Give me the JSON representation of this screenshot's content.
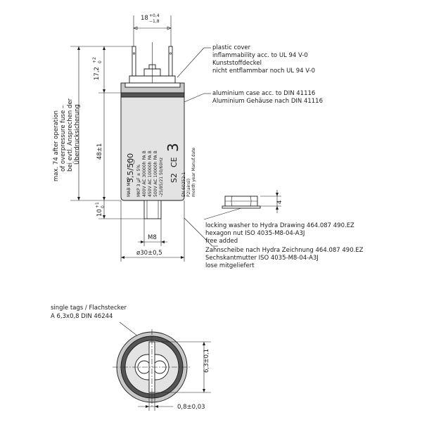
{
  "dimensions": {
    "tab_spacing": "18",
    "tab_spacing_tol_plus": "+0,4",
    "tab_spacing_tol_minus": "−1,8",
    "tab_height": "17,2",
    "tab_height_tol_plus": "+2",
    "tab_height_tol_minus": "0",
    "body_height": "48±1",
    "stud_length": "10",
    "stud_length_tol_plus": "+1",
    "stud_length_tol_minus": "0",
    "max_expansion": "max. 74 after operation",
    "max_expansion_2": "of overpressure fuse –",
    "max_expansion_3": "bei evtl. Ansprechen der",
    "max_expansion_4": "Überdrucksicherung",
    "thread": "M8",
    "diameter": "ø30±0,5",
    "nut_height": "4",
    "tab_width": "6,3±0,1",
    "tab_thickness": "0,8±0,03"
  },
  "annotations": {
    "plastic_cover_1": "plastic cover",
    "plastic_cover_2": "inflammability acc. to UL 94 V-0",
    "plastic_cover_3": "Kunststoffdeckel",
    "plastic_cover_4": "nicht entflammbar noch UL 94 V-0",
    "aluminium_1": "aluminium case acc. to  DIN 41116",
    "aluminium_2": "Aluminium Gehäuse nach DIN 41116",
    "washer_1": "locking washer to Hydra Drawing 464.087 490.EZ",
    "washer_2": "hexagon nut ISO 4035-M8-04-A3J",
    "washer_3": "free added",
    "washer_4": "Zahnscheibe nach Hydra Zeichnung 464.087 490.EZ",
    "washer_5": "Sechskantmutter ISO 4035-M8-04-A3J",
    "washer_6": "lose mitgeliefert",
    "tags_1": "single tags / Flachstecker",
    "tags_2": "A 6,3x0,8 DIN 46244"
  },
  "label": {
    "brand": "MAB MKP",
    "rating": "3,5/500",
    "line_1": "MKP 3 µF ± 5%",
    "line_2": "400V AC 30000h PA B",
    "line_3": "450V AC 10000h PA B",
    "line_4": "500V AC 10000h PA B",
    "line_5": "-25/85/21 50/60Hz",
    "mark_s2": "S2",
    "mark_ce": "CE",
    "code": "3",
    "std_1": "EN 60252-1",
    "std_2": "P2(ainsl)",
    "std_3": "month year Manuf.date"
  }
}
